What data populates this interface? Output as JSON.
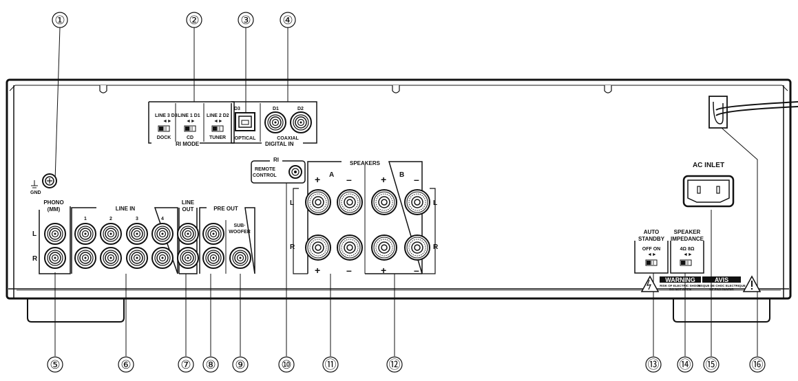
{
  "callouts": [
    "①",
    "②",
    "③",
    "④",
    "⑤",
    "⑥",
    "⑦",
    "⑧",
    "⑨",
    "⑩",
    "⑪",
    "⑫",
    "⑬",
    "⑭",
    "⑮",
    "⑯"
  ],
  "ri_mode": {
    "title": "RI MODE",
    "switch1": {
      "label": "LINE 3  D3",
      "sub": "DOCK"
    },
    "switch2": {
      "label": "LINE 1  D1",
      "sub": "CD"
    },
    "switch3": {
      "label": "LINE 2  D2",
      "sub": "TUNER"
    }
  },
  "digital_in": {
    "title": "DIGITAL IN",
    "d3": "D3",
    "d1": "D1",
    "d2": "D2",
    "optical": "OPTICAL",
    "coaxial": "COAXIAL"
  },
  "gnd": {
    "label": "GND"
  },
  "phono": {
    "title": "PHONO",
    "sub": "(MM)"
  },
  "line_in": {
    "title": "LINE IN",
    "channels": [
      "1",
      "2",
      "3",
      "4"
    ]
  },
  "line_out": {
    "title_1": "LINE",
    "title_2": "OUT"
  },
  "pre_out": {
    "title": "PRE OUT",
    "sub_1": "SUB·",
    "sub_2": "WOOFER"
  },
  "lr": {
    "left": "L",
    "right": "R"
  },
  "remote": {
    "ri": "RI",
    "line1": "REMOTE",
    "line2": "CONTROL"
  },
  "speakers": {
    "title": "SPEAKERS",
    "a": "A",
    "b": "B",
    "plus": "+",
    "minus": "–"
  },
  "ac_inlet": {
    "title": "AC INLET"
  },
  "auto_standby": {
    "title_1": "AUTO",
    "title_2": "STANDBY",
    "states": "OFF  ON"
  },
  "speaker_impedance": {
    "title_1": "SPEAKER",
    "title_2": "IMPEDANCE",
    "states": "4Ω   8Ω"
  },
  "warning": {
    "en_title": "WARNING",
    "en_line1": "RISK OF ELECTRIC SHOCK",
    "en_line2": "DO NOT OPEN",
    "fr_title": "AVIS",
    "fr_line1": "RISQUE DE CHOC ELECTRIQUE",
    "fr_line2": "NE PAS OUVRIR"
  }
}
